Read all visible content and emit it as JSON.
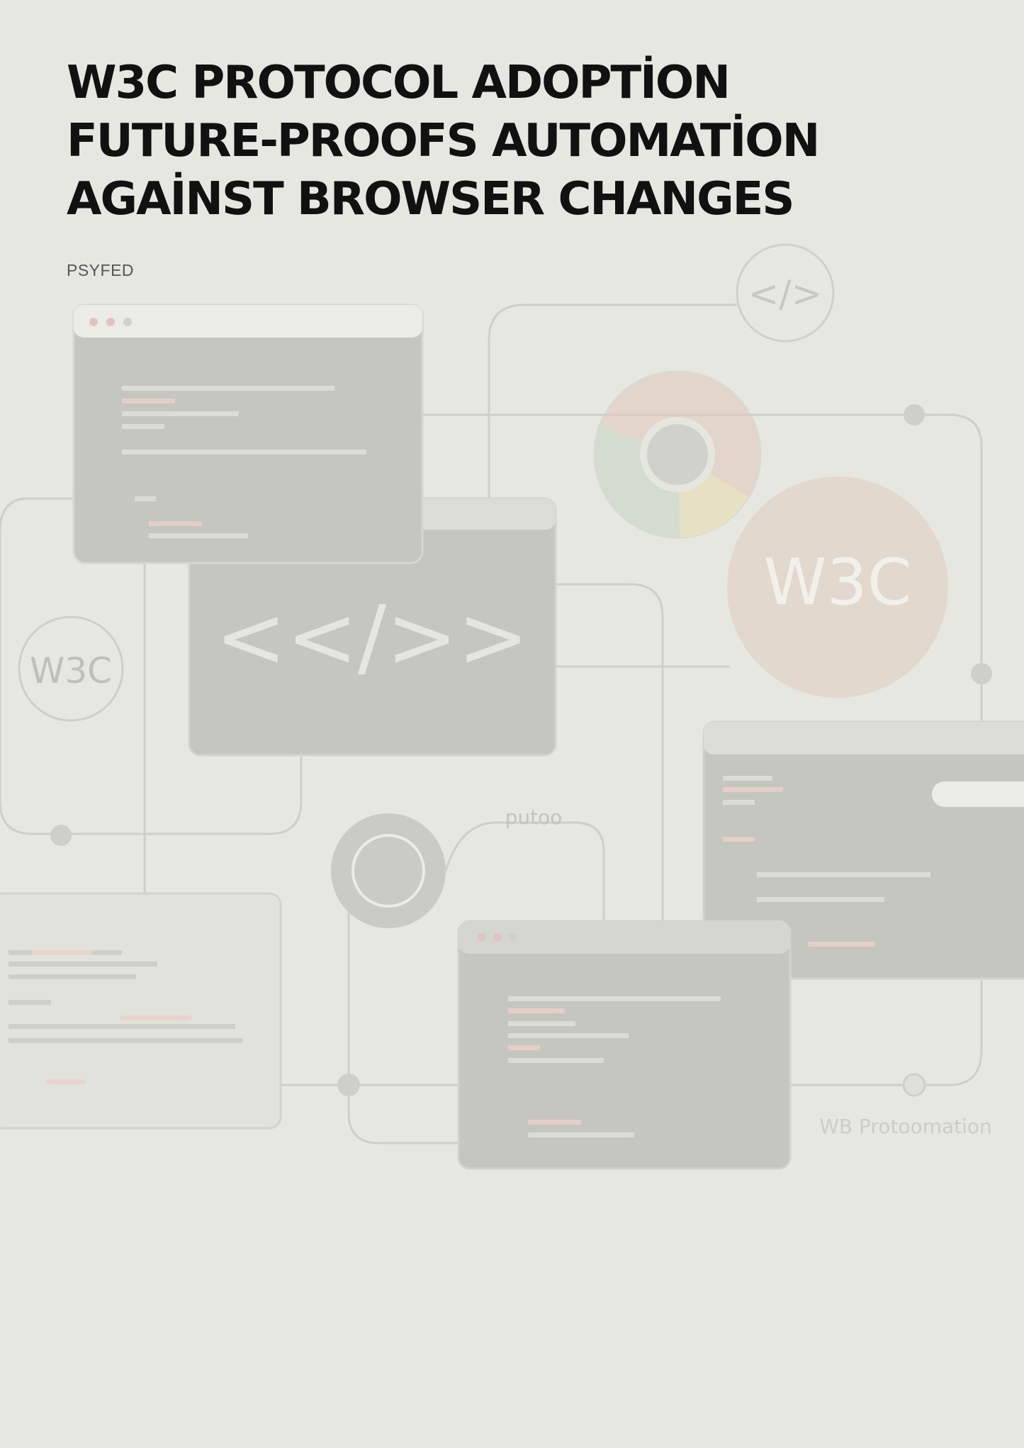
{
  "title_lines": [
    "W3C PROTOCOL ADOPTİON",
    "FUTURE-PROOFS AUTOMATİON",
    "AGAİNST BROWSER CHANGES"
  ],
  "author": "PSYFED",
  "illustration": {
    "labels": {
      "w3c_large": "W3C",
      "w3c_small": "W3C",
      "code_tag": "<</>>",
      "code_icon": "</>",
      "node_label": "putoo",
      "footer_label": "WB Protoomation"
    },
    "colors": {
      "background": "#e7e7e1",
      "window": "#c6c6c0",
      "window_header": "#dcdcd6",
      "line": "#cfcfc9"
    }
  }
}
